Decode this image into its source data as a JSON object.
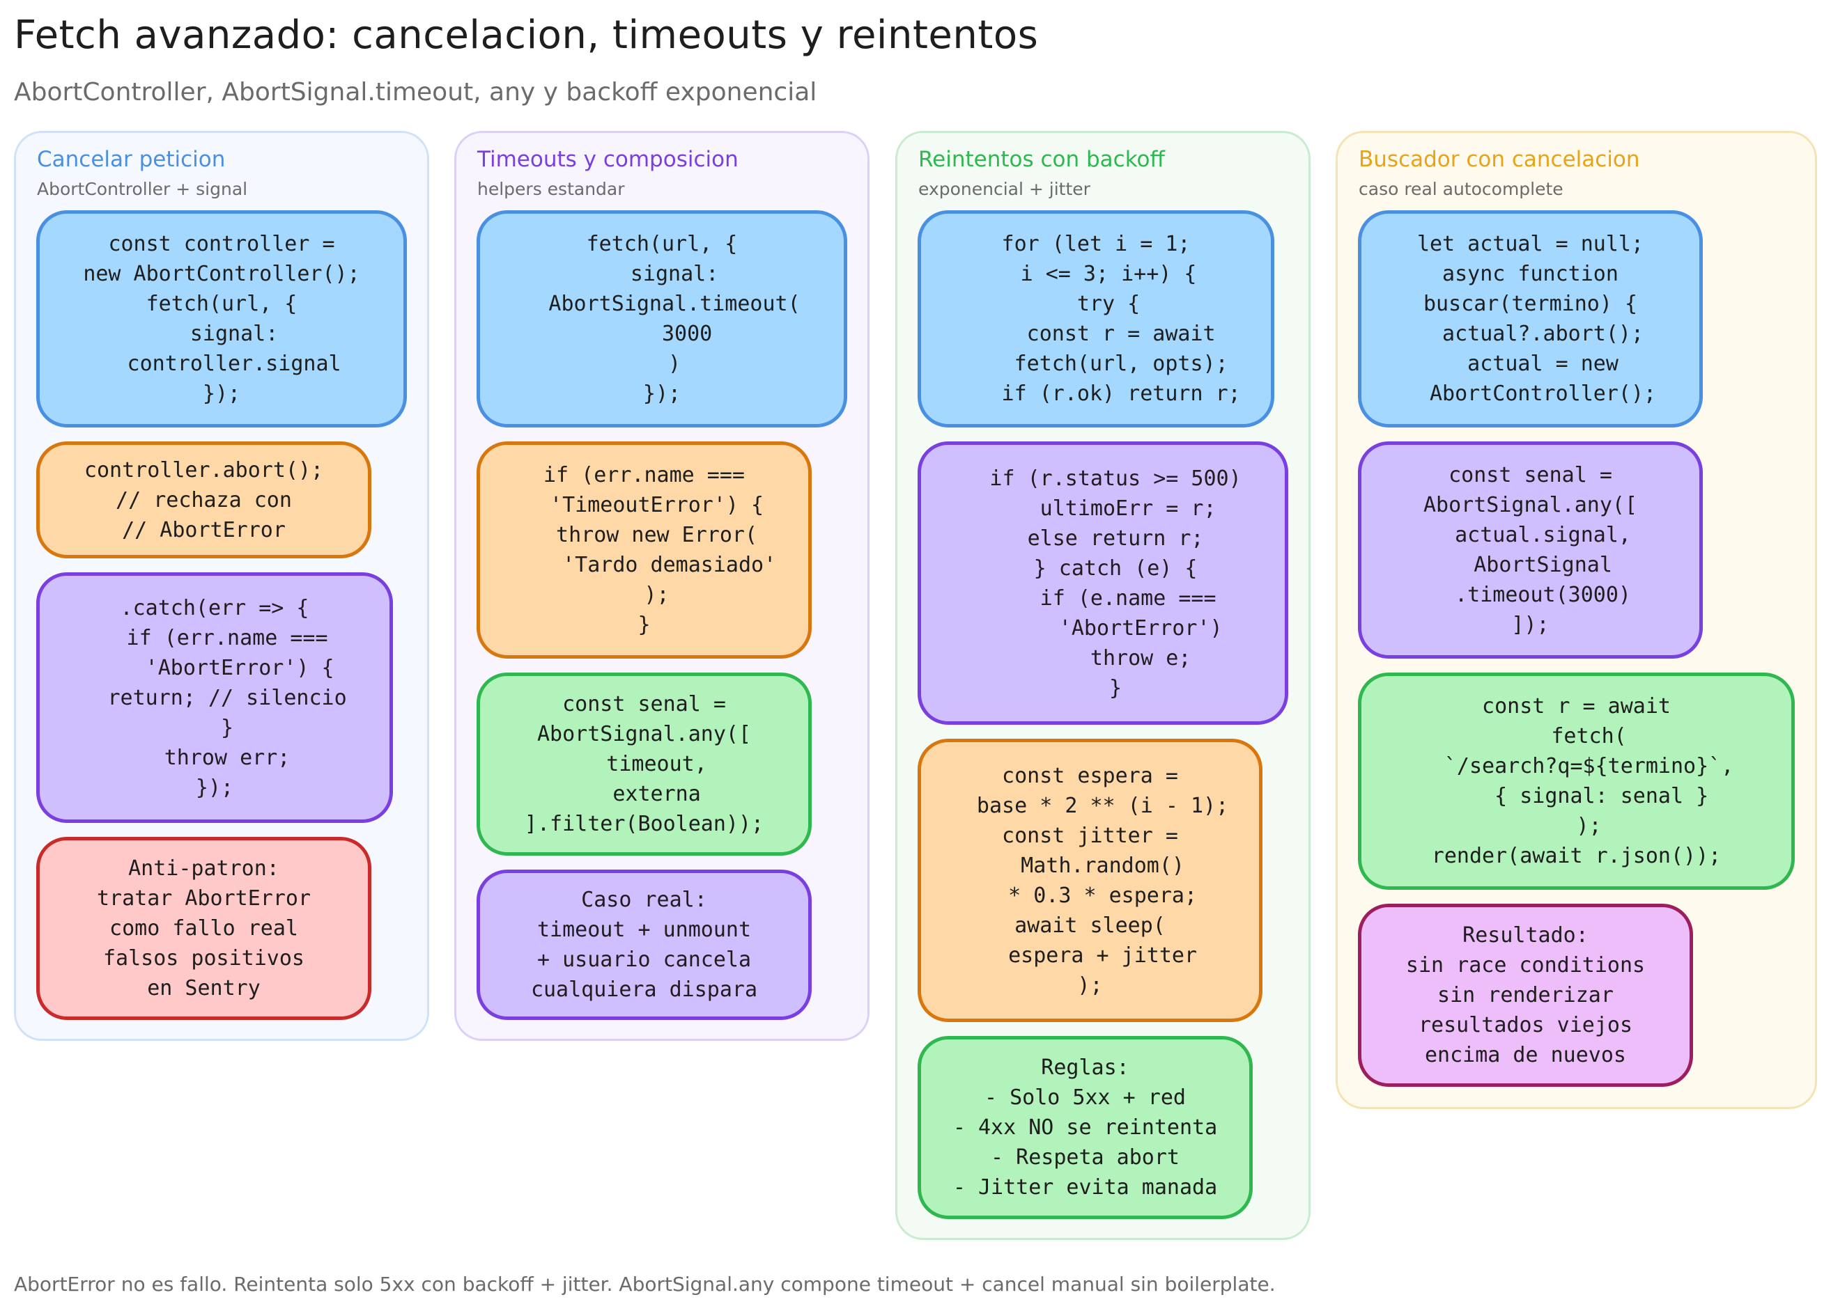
{
  "title": "Fetch avanzado: cancelacion, timeouts y reintentos",
  "subtitle": "AbortController, AbortSignal.timeout, any y backoff exponencial",
  "footer": "AbortError no es fallo. Reintenta solo 5xx con backoff + jitter. AbortSignal.any compone timeout + cancel manual sin boilerplate.",
  "colors": {
    "blue_fill": "#a5d8ff",
    "blue_stroke": "#4a90e2",
    "orange_fill": "#ffd8a8",
    "orange_stroke": "#d9770f",
    "violet_fill": "#d0bfff",
    "violet_stroke": "#7a3fe0",
    "red_fill": "#ffc9c9",
    "red_stroke": "#c92a2a",
    "green_fill": "#b2f2bb",
    "green_stroke": "#2fb84f",
    "pink_fill": "#eebefa",
    "pink_stroke": "#9c1e5f"
  },
  "columns": [
    {
      "title": "Cancelar peticion",
      "subtitle": "AbortController + signal",
      "title_color": "#4a90e2",
      "cards": [
        "const controller =\nnew AbortController();\nfetch(url, {\n  signal:\n  controller.signal\n});",
        "controller.abort();\n// rechaza con\n// AbortError",
        ".catch(err => {\n  if (err.name ===\n    'AbortError') {\n  return; // silencio\n  }\n  throw err;\n});",
        "Anti-patron:\ntratar AbortError\ncomo fallo real\nfalsos positivos\nen Sentry"
      ]
    },
    {
      "title": "Timeouts y composicion",
      "subtitle": "helpers estandar",
      "title_color": "#7a3fe0",
      "cards": [
        "fetch(url, {\n  signal:\n  AbortSignal.timeout(\n    3000\n  )\n});",
        "if (err.name ===\n  'TimeoutError') {\n  throw new Error(\n    'Tardo demasiado'\n  );\n}",
        "const senal =\nAbortSignal.any([\n  timeout,\n  externa\n].filter(Boolean));",
        "Caso real:\ntimeout + unmount\n+ usuario cancela\ncualquiera dispara"
      ]
    },
    {
      "title": "Reintentos con backoff",
      "subtitle": "exponencial + jitter",
      "title_color": "#2fb84f",
      "cards": [
        "for (let i = 1;\n  i <= 3; i++) {\n  try {\n    const r = await\n    fetch(url, opts);\n    if (r.ok) return r;",
        "  if (r.status >= 500)\n    ultimoErr = r;\n  else return r;\n  } catch (e) {\n    if (e.name ===\n      'AbortError')\n      throw e;\n  }",
        "const espera =\n  base * 2 ** (i - 1);\nconst jitter =\n  Math.random()\n  * 0.3 * espera;\nawait sleep(\n  espera + jitter\n);",
        "Reglas:\n- Solo 5xx + red\n- 4xx NO se reintenta\n- Respeta abort\n- Jitter evita manada"
      ]
    },
    {
      "title": "Buscador con cancelacion",
      "subtitle": "caso real autocomplete",
      "title_color": "#e8a317",
      "cards": [
        "let actual = null;\nasync function\nbuscar(termino) {\n  actual?.abort();\n  actual = new\n  AbortController();",
        "const senal =\nAbortSignal.any([\n  actual.signal,\n  AbortSignal\n  .timeout(3000)\n]);",
        "const r = await\n  fetch(\n  `/search?q=${termino}`,\n    { signal: senal }\n  );\nrender(await r.json());",
        "Resultado:\nsin race conditions\nsin renderizar\nresultados viejos\nencima de nuevos"
      ]
    }
  ]
}
